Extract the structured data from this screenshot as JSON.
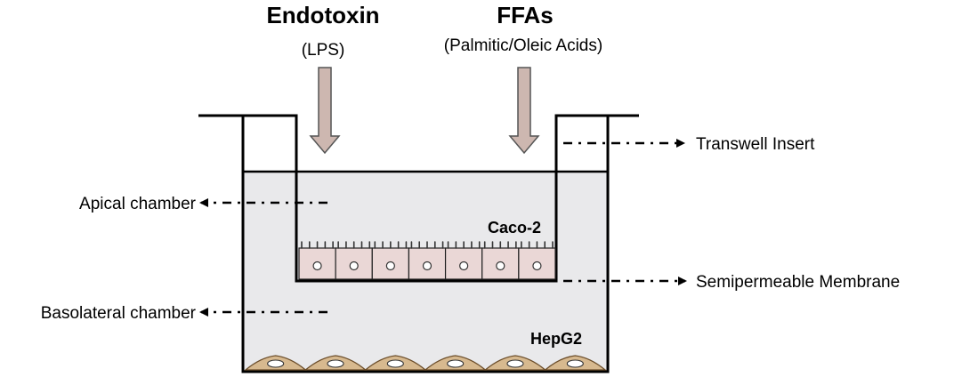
{
  "inputs": {
    "endotoxin": {
      "title": "Endotoxin",
      "subtitle": "(LPS)"
    },
    "ffas": {
      "title": "FFAs",
      "subtitle": "(Palmitic/Oleic Acids)"
    }
  },
  "labels": {
    "transwell_insert": "Transwell Insert",
    "apical_chamber": "Apical chamber",
    "semipermeable_membrane": "Semipermeable Membrane",
    "basolateral_chamber": "Basolateral chamber"
  },
  "cells": {
    "caco2": "Caco-2",
    "hepg2": "HepG2"
  },
  "colors": {
    "medium_fill": "#e9e9eb",
    "arrow_fill": "#cdb7b0",
    "caco2_fill": "#ead7d6",
    "hepg2_fill": "#d7b98f",
    "stroke": "#000000"
  },
  "counts": {
    "caco2_cells": 7,
    "hepg2_cells": 6
  }
}
